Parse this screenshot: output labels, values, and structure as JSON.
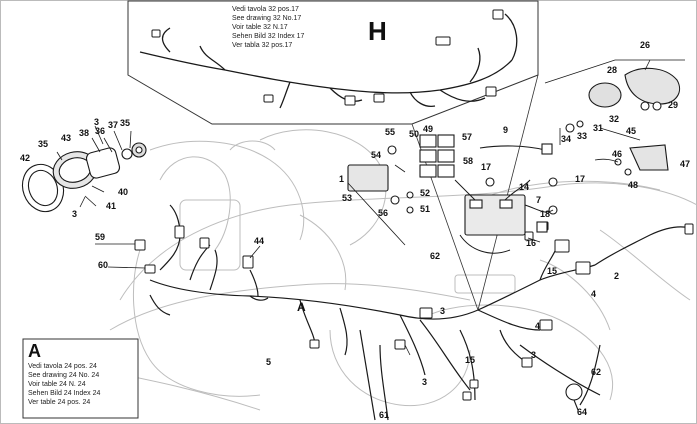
{
  "detail_h": {
    "title": "H",
    "refs": [
      "Vedi tavola 32 pos.17",
      "See drawing 32 No.17",
      "Voir table 32 N.17",
      "Sehen Bild 32 Index 17",
      "Ver tabla 32 pos.17"
    ]
  },
  "detail_a": {
    "title": "A",
    "refs": [
      "Vedi tavola 24 pos. 24",
      "See drawing 24 No. 24",
      "Voir table 24 N. 24",
      "Sehen Bild 24 Index 24",
      "Ver table 24 pos. 24"
    ]
  },
  "marker_a": "A",
  "callouts": {
    "c1": "1",
    "c2": "2",
    "c3a": "3",
    "c3b": "3",
    "c3c": "3",
    "c3d": "3",
    "c3e": "3",
    "c4a": "4",
    "c4b": "4",
    "c5": "5",
    "c7": "7",
    "c9": "9",
    "c14": "14",
    "c15a": "15",
    "c15b": "15",
    "c16": "16",
    "c17a": "17",
    "c17b": "17",
    "c18": "18",
    "c26": "26",
    "c28": "28",
    "c29": "29",
    "c31": "31",
    "c32": "32",
    "c33": "33",
    "c34": "34",
    "c35a": "35",
    "c35b": "35",
    "c36": "36",
    "c37": "37",
    "c38": "38",
    "c40": "40",
    "c41": "41",
    "c42": "42",
    "c43": "43",
    "c44": "44",
    "c45": "45",
    "c46": "46",
    "c47": "47",
    "c48": "48",
    "c49": "49",
    "c50": "50",
    "c51": "51",
    "c52": "52",
    "c53": "53",
    "c54": "54",
    "c55": "55",
    "c56": "56",
    "c57": "57",
    "c58": "58",
    "c59": "59",
    "c60": "60",
    "c61": "61",
    "c62a": "62",
    "c62b": "62",
    "c64": "64"
  },
  "colors": {
    "ink": "#1a1a1a",
    "ghost": "#b8b8b8",
    "box": "#333333"
  }
}
